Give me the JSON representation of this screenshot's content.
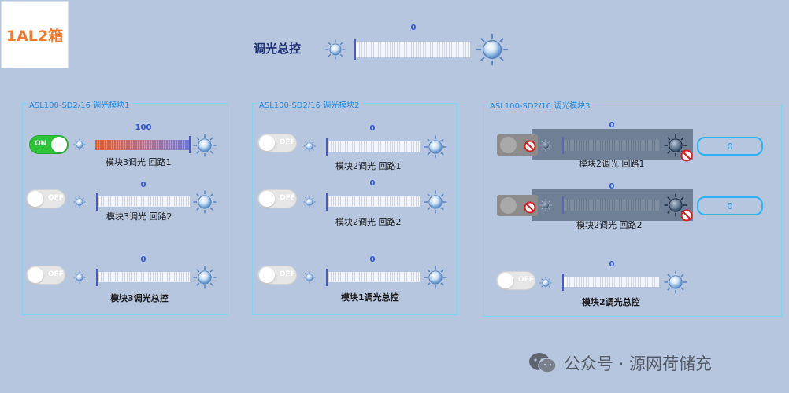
{
  "title": "1AL2箱",
  "master": {
    "label": "调光总控",
    "value": "0"
  },
  "groups": [
    {
      "legend": "ASL100-SD2/16 调光模块1",
      "rows": [
        {
          "value": "100",
          "toggle": "ON",
          "caption": "模块3调光 回路1"
        },
        {
          "value": "0",
          "toggle": "OFF",
          "caption": "模块3调光 回路2"
        },
        {
          "value": "0",
          "toggle": "OFF",
          "caption": "模块3调光总控"
        }
      ]
    },
    {
      "legend": "ASL100-SD2/16 调光模块2",
      "rows": [
        {
          "value": "0",
          "toggle": "OFF",
          "caption": "模块2调光 回路1"
        },
        {
          "value": "0",
          "toggle": "OFF",
          "caption": "模块2调光 回路2"
        },
        {
          "value": "0",
          "toggle": "OFF",
          "caption": "模块1调光总控"
        }
      ]
    },
    {
      "legend": "ASL100-SD2/16 调光模块3",
      "rows": [
        {
          "value": "0",
          "caption": "模块2调光 回路1",
          "box": "0"
        },
        {
          "value": "0",
          "caption": "模块2调光 回路2",
          "box": "0"
        },
        {
          "value": "0",
          "toggle": "OFF",
          "caption": "模块2调光总控"
        }
      ]
    }
  ],
  "watermark": "公众号 · 源网荷储充",
  "colors": {
    "background": "#b6c6df",
    "title_text": "#ee7a30",
    "group_border": "#7fd6f2",
    "legend_text": "#1e88e0",
    "toggle_on": "#2ec43a",
    "value_text": "#3557cf"
  }
}
